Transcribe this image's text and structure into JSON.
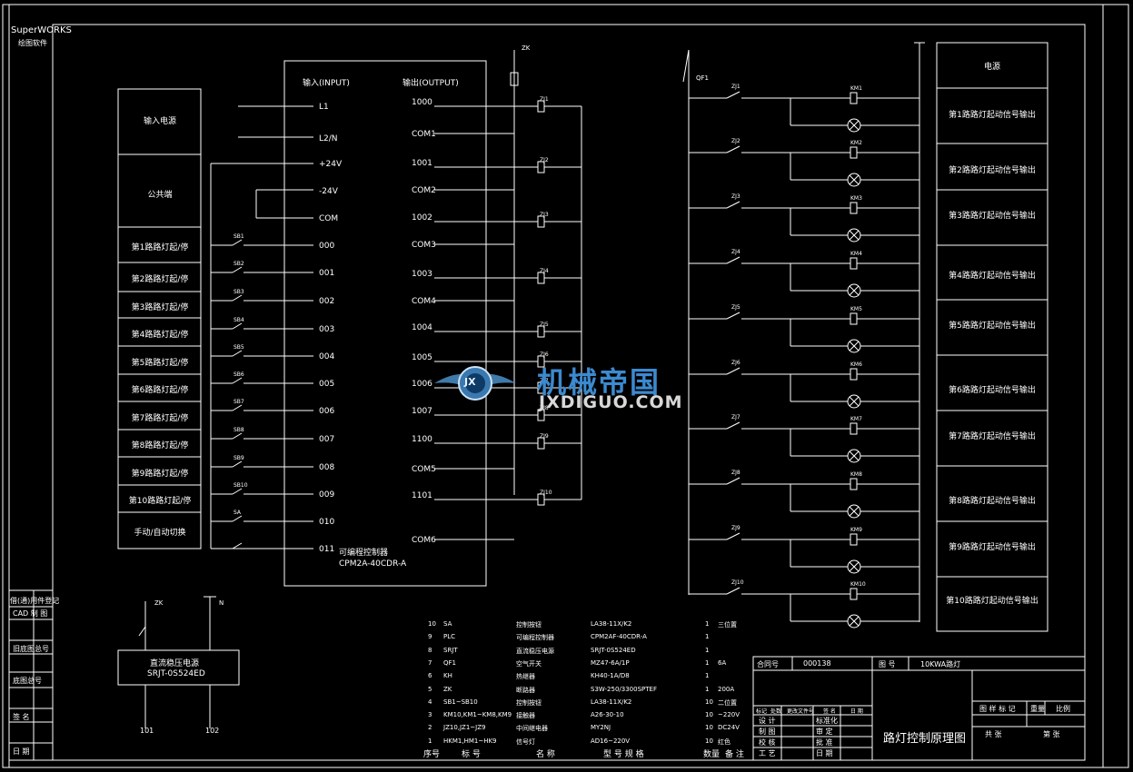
{
  "side_strip": {
    "brand": "SuperWORKS",
    "brand_sub": "绘图软件",
    "cells": [
      "借(通)用件登记",
      "CAD 制 图",
      "旧底图总号",
      "底图总号",
      "签 名",
      "日 期"
    ]
  },
  "plc": {
    "input_header": "输入(INPUT)",
    "output_header": "输出(OUTPUT)",
    "inputs": [
      "L1",
      "L2/N",
      "+24V",
      "-24V",
      "COM",
      "000",
      "001",
      "002",
      "003",
      "004",
      "005",
      "006",
      "007",
      "008",
      "009",
      "010",
      "011"
    ],
    "outputs": [
      "1000",
      "COM1",
      "1001",
      "COM2",
      "1002",
      "COM3",
      "1003",
      "COM4",
      "1004",
      "1005",
      "1006",
      "1007",
      "1100",
      "COM5",
      "1101",
      "COM6"
    ],
    "name": "可编程控制器",
    "model": "CPM2A-40CDR-A"
  },
  "left_labels": [
    "输入电源",
    "公共端",
    "第1路路灯起/停",
    "第2路路灯起/停",
    "第3路路灯起/停",
    "第4路路灯起/停",
    "第5路路灯起/停",
    "第6路路灯起/停",
    "第7路路灯起/停",
    "第8路路灯起/停",
    "第9路路灯起/停",
    "第10路路灯起/停",
    "手动/自动切换"
  ],
  "switch_tags": [
    "SB1",
    "SB2",
    "SB3",
    "SB4",
    "SB5",
    "SB6",
    "SB7",
    "SB8",
    "SB9",
    "SB10",
    "SA"
  ],
  "right_labels": [
    "电源",
    "第1路路灯起动信号输出",
    "第2路路灯起动信号输出",
    "第3路路灯起动信号输出",
    "第4路路灯起动信号输出",
    "第5路路灯起动信号输出",
    "第6路路灯起动信号输出",
    "第7路路灯起动信号输出",
    "第8路路灯起动信号输出",
    "第9路路灯起动信号输出",
    "第10路路灯起动信号输出"
  ],
  "relay_tags": [
    "ZJ1",
    "ZJ2",
    "ZJ3",
    "ZJ4",
    "ZJ5",
    "ZJ6",
    "ZJ7",
    "ZJ8",
    "ZJ9",
    "ZJ10"
  ],
  "km_tags": [
    "KM1",
    "KM2",
    "KM3",
    "KM4",
    "KM5",
    "KM6",
    "KM7",
    "KM8",
    "KM9",
    "KM10"
  ],
  "contact_tags": [
    "ZJ1",
    "ZJ2",
    "ZJ3",
    "ZJ4",
    "ZJ5",
    "ZJ6",
    "ZJ7",
    "ZJ8",
    "ZJ9",
    "ZJ10"
  ],
  "top_tags": {
    "zk": "ZK",
    "qf": "QF1"
  },
  "power_supply": {
    "name": "直流稳压电源",
    "model": "SRJT-0S524ED",
    "out1": "101",
    "out2": "102",
    "tag_l": "ZK",
    "tag_n": "N"
  },
  "watermark": {
    "cn": "机械帝国",
    "en": "JXDIGUO.COM",
    "badge": "JX"
  },
  "bom": {
    "rows": [
      [
        "10",
        "SA",
        "控制按钮",
        "LA38-11X/K2",
        "1",
        "三位置"
      ],
      [
        "9",
        "PLC",
        "可编程控制器",
        "CPM2AF-40CDR-A",
        "1",
        ""
      ],
      [
        "8",
        "SRJT",
        "直流稳压电源",
        "SRJT-0S524ED",
        "1",
        ""
      ],
      [
        "7",
        "QF1",
        "空气开关",
        "MZ47-6A/1P",
        "1",
        "6A"
      ],
      [
        "6",
        "KH",
        "热继器",
        "KH40-1A/D8",
        "1",
        ""
      ],
      [
        "5",
        "ZK",
        "断路器",
        "S3W-250/3300SPTEF",
        "1",
        "200A"
      ],
      [
        "4",
        "SB1~SB10",
        "控制按钮",
        "LA38-11X/K2",
        "10",
        "二位置"
      ],
      [
        "3",
        "KM10,KM1~KM8,KM9",
        "接触器",
        "A26-30-10",
        "10",
        "~220V"
      ],
      [
        "2",
        "JZ10,JZ1~JZ9",
        "中间继电器",
        "MY2NJ",
        "10",
        "DC24V"
      ],
      [
        "1",
        "HKM1,HM1~HK9",
        "信号灯",
        "AD16~220V",
        "10",
        "红色"
      ]
    ],
    "header": [
      "序号",
      "标 号",
      "名 称",
      "型 号 规 格",
      "数量",
      "备 注"
    ]
  },
  "titleblock": {
    "contract_label": "合同号",
    "contract_no": "000138",
    "part_label": "图 号",
    "part_no": "10KWA路灯",
    "title": "路灯控制原理图",
    "sign_rows": [
      "设 计",
      "制 图",
      "校 核",
      "工 艺"
    ],
    "sign_rows2": [
      "标准化",
      "审 定",
      "批 准",
      "日 期"
    ],
    "mark_header": [
      "标记",
      "处数",
      "更改文件号",
      "签 名",
      "日 期"
    ],
    "drawing_marks": "图 样 标 记",
    "weight": "重量",
    "ratio": "比例",
    "sheet_total": "共 张",
    "sheet_no": "第 张"
  }
}
